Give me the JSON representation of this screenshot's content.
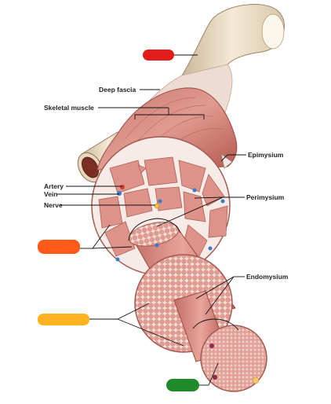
{
  "labels": {
    "deep_fascia": "Deep fascia",
    "skeletal_muscle": "Skeletal muscle",
    "epimysium": "Epimysium",
    "artery": "Artery",
    "vein": "Vein",
    "nerve": "Nerve",
    "perimysium": "Perimysium",
    "endomysium": "Endomysium"
  },
  "colors": {
    "tendon_marker": "#e41b1b",
    "bundle_marker": "#ff5a1a",
    "fascicle_marker": "#ffb41f",
    "fiber_marker": "#1f8a2a",
    "muscle": "#d98b82",
    "muscle_dark": "#b85d55",
    "bone": "#f2e6cf",
    "connective": "#f6ece8",
    "fiber": "#e9a39a"
  }
}
